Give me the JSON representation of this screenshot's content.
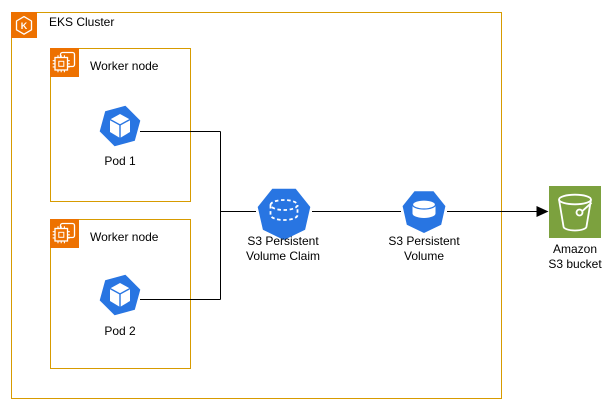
{
  "cluster": {
    "label": "EKS Cluster",
    "icon": "eks-icon",
    "icon_letter": "K"
  },
  "worker_nodes": [
    {
      "label": "Worker node",
      "icon": "ec2-instance-icon",
      "pod": {
        "label": "Pod 1",
        "icon": "kubernetes-pod-icon"
      }
    },
    {
      "label": "Worker node",
      "icon": "ec2-instance-icon",
      "pod": {
        "label": "Pod 2",
        "icon": "kubernetes-pod-icon"
      }
    }
  ],
  "persistent_volume_claim": {
    "icon": "kubernetes-pvc-icon",
    "label_lines": [
      "S3 Persistent",
      "Volume Claim"
    ]
  },
  "persistent_volume": {
    "icon": "kubernetes-pv-icon",
    "label_lines": [
      "S3 Persistent",
      "Volume"
    ]
  },
  "s3_bucket": {
    "icon": "s3-bucket-icon",
    "label_lines": [
      "Amazon",
      "S3 bucket"
    ]
  },
  "colors": {
    "aws_orange": "#ED7100",
    "group_border_orange": "#D79B00",
    "kubernetes_blue": "#2875E2",
    "s3_green": "#7CA13E",
    "connector_black": "#000000"
  }
}
